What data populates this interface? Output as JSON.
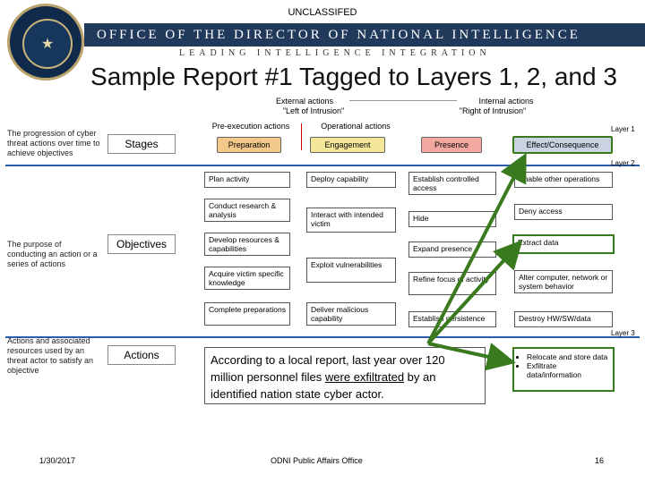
{
  "classification": "UNCLASSIFED",
  "header": {
    "banner": "OFFICE OF THE DIRECTOR OF NATIONAL INTELLIGENCE",
    "subbanner": "LEADING INTELLIGENCE INTEGRATION"
  },
  "title": "Sample Report #1 Tagged to Layers 1, 2, and 3",
  "top_headers": {
    "external": "External actions",
    "external_sub": "\"Left of Intrusion\"",
    "internal": "Internal actions",
    "internal_sub": "\"Right of Intrusion\"",
    "pre_exec": "Pre-execution actions",
    "operational": "Operational actions"
  },
  "layer_labels": {
    "layer1": "Layer 1",
    "layer2": "Layer 2",
    "layer3": "Layer 3"
  },
  "rows": {
    "stages": {
      "description": "The progression of cyber threat actions over time to achieve objectives",
      "label": "Stages",
      "items": [
        "Preparation",
        "Engagement",
        "Presence",
        "Effect/Consequence"
      ]
    },
    "objectives": {
      "description": "The purpose of conducting an action or a series of actions",
      "label": "Objectives",
      "col1": [
        "Plan activity",
        "Conduct research & analysis",
        "Develop resources & capabilities",
        "Acquire victim specific knowledge",
        "Complete preparations"
      ],
      "col2": [
        "Deploy capability",
        "Interact with intended victim",
        "Exploit vulnerabilities",
        "Deliver malicious capability"
      ],
      "col3": [
        "Establish controlled access",
        "Hide",
        "Expand presence",
        "Refine focus of activity",
        "Establish persistence"
      ],
      "col4": [
        "Enable other operations",
        "Deny access",
        "Extract data",
        "Alter computer, network or system behavior",
        "Destroy HW/SW/data"
      ]
    },
    "actions": {
      "description": "Actions and associated resources used by an threat actor to satisfy an objective",
      "label": "Actions",
      "quote_pre": "According to a local report, last year over 120 million personnel files ",
      "quote_link": "were exfiltrated",
      "quote_post": " by an identified nation state cyber actor.",
      "bullets": [
        "Relocate and store data",
        "Exfiltrate data/information"
      ]
    }
  },
  "footer": {
    "date": "1/30/2017",
    "center": "ODNI Public Affairs Office",
    "page": "16"
  },
  "colors": {
    "banner": "#213a5c",
    "rule": "#2a5caa",
    "preparation": "#f3c98b",
    "engagement": "#f5e79a",
    "presence": "#f2a8a0",
    "effect": "#c9d3e2",
    "arrow": "#3a7a1f"
  }
}
